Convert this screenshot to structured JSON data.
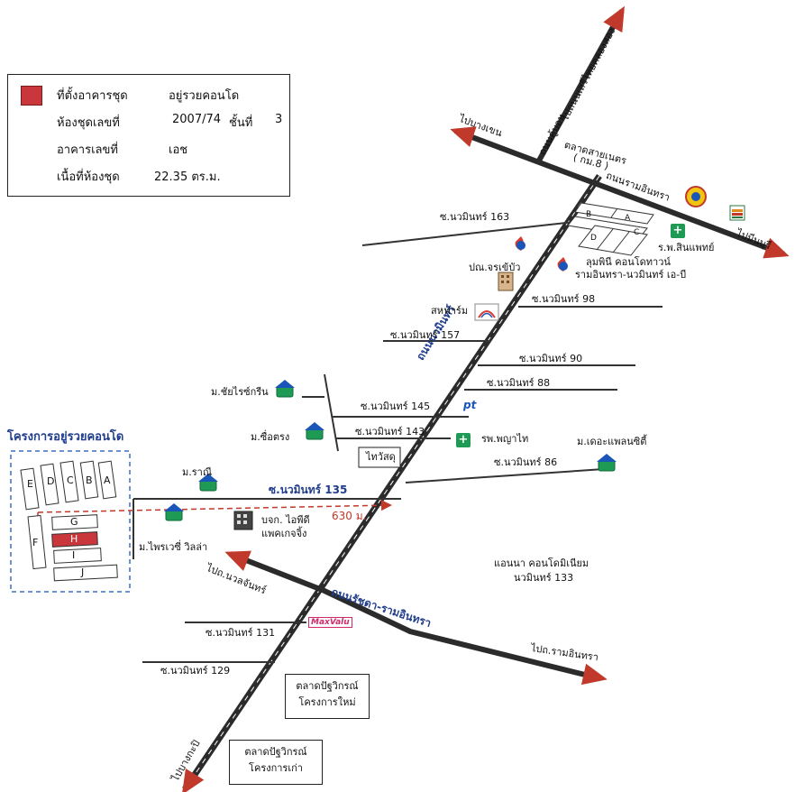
{
  "legend": {
    "site_label": "ที่ตั้งอาคารชุด",
    "site_value": "อยู่รวยคอนโด",
    "room_label": "ห้องชุดเลขที่",
    "room_value": "2007/74",
    "floor_label": "ชั้นที่",
    "floor_value": "3",
    "building_label": "อาคารเลขที่",
    "building_value": "เอช",
    "area_label": "เนื้อที่ห้องชุด",
    "area_value": "22.35 ตร.ม.",
    "swatch_color": "#c9363b"
  },
  "roads": {
    "main": "ถนนนวมินทร์",
    "ratchada": "ถนนรัชดา-รามอินทรา",
    "raminthra": "ถนนรามอินทรา",
    "kukhon": "ถนนคู้บอน",
    "soi135": "ซ.นวมินทร์ 135"
  },
  "directions": {
    "seri_thai": "ไปถนนเสรีไทยคลองสอง",
    "bang_khen": "ไปบางเขน",
    "min_buri": "ไปมีนบุรี",
    "nuanchan": "ไปถ.นวลจันทร์",
    "raminthra": "ไปถ.รามอินทรา",
    "bang_kapi": "ไปบางกะปิ"
  },
  "sois": {
    "s163": "ซ.นวมินทร์ 163",
    "s157": "ซ.นวมินทร์ 157",
    "s145": "ซ.นวมินทร์ 145",
    "s143": "ซ.นวมินทร์ 143",
    "s131": "ซ.นวมินทร์ 131",
    "s129": "ซ.นวมินทร์ 129",
    "s98": "ซ.นวมินทร์ 98",
    "s90": "ซ.นวมินทร์ 90",
    "s88": "ซ.นวมินทร์ 88",
    "s86": "ซ.นวมินทร์ 86"
  },
  "places": {
    "market_km8": "ตลาดสายเนตร",
    "km8": "( กม.8 )",
    "hospital_sinphaet": "ร.พ.สินแพทย์",
    "pt_jorakhebua": "ปณ.จรเข้บัว",
    "lumpini": "ลุมพินี คอนโดทาวน์",
    "lumpini2": "รามอินทรา-นวมินทร์ เอ-บี",
    "sahafarm": "สหฟาร์ม",
    "m_chanrai": "ม.ชัยไรซ์กรีน",
    "m_suetrong": "ม.ซื่อตรง",
    "thaiwatsadu": "ไทวัสดุ",
    "hosp_phyathai": "รพ.พญาไท",
    "m_theplan": "ม.เดอะแพลนซิตี้",
    "m_rani": "ม.ราณี",
    "m_pruvesi": "ม.ไพรเวซี่ วิลล่า",
    "bjk": "บจก. ไอพีดี",
    "bjk2": "แพคเกจจิ้ง",
    "distance": "630 ม.",
    "anna": "แอนนา คอนโดมิเนียม",
    "anna2": "นวมินทร์ 133",
    "maxvalu": "MaxValu",
    "market_new1": "ตลาดปัฐวิกรณ์",
    "market_new2": "โครงการใหม่",
    "market_old1": "ตลาดปัฐวิกรณ์",
    "market_old2": "โครงการเก่า",
    "ptt": "pt"
  },
  "project": {
    "title": "โครงการอยู่รวยคอนโด",
    "top_buildings": [
      "E",
      "D",
      "C",
      "B",
      "A"
    ],
    "side_buildings": [
      "F"
    ],
    "row_buildings": [
      "G",
      "H",
      "I",
      "J"
    ],
    "highlight": "H",
    "lumpini_blocks_top": [
      "B",
      "A"
    ],
    "lumpini_blocks_bottom": [
      "D",
      "C"
    ]
  },
  "colors": {
    "road": "#2b2b2b",
    "project_border": "#3b6fc2",
    "highlight": "#c9363b",
    "arrow": "#c0392b",
    "title_blue": "#1f3d8c"
  }
}
